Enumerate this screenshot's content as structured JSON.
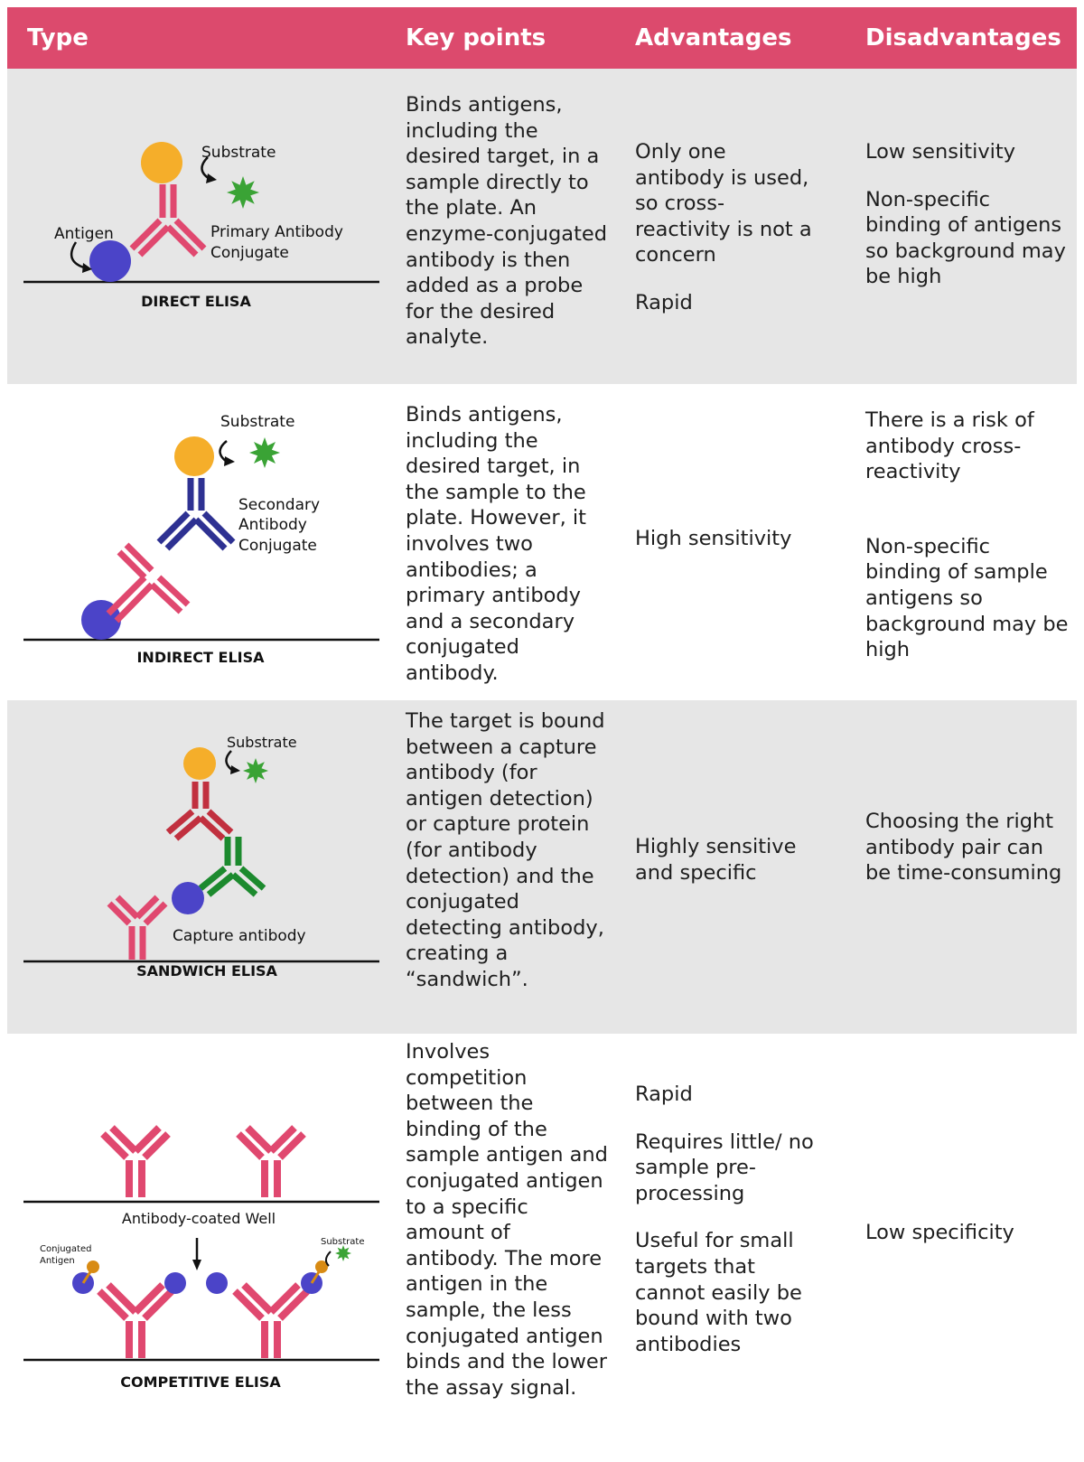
{
  "header": {
    "type": "Type",
    "key_points": "Key points",
    "advantages": "Advantages",
    "disadvantages": "Disadvantages"
  },
  "colors": {
    "header_bg": "#dc4a6d",
    "row_shade": "#e6e6e6",
    "antibody_pink": "#e0486f",
    "antibody_navy": "#2e3192",
    "antibody_red": "#c1303f",
    "antibody_green": "#1c8a2e",
    "antigen_blue": "#4b44c8",
    "enzyme_orange": "#f5ae2a",
    "substrate_green": "#3aa335",
    "small_antigen_orange": "#d88b14"
  },
  "rows": [
    {
      "title": "DIRECT ELISA",
      "labels": {
        "substrate": "Substrate",
        "antigen": "Antigen",
        "primary_1": "Primary Antibody",
        "primary_2": "Conjugate"
      },
      "key_points": "Binds antigens, including the desired target, in a sample directly to the plate. An enzyme-conjugated antibody is then added as a probe for the desired analyte.",
      "advantages": [
        "Only one antibody is used, so cross-reactivity is not a concern",
        "Rapid"
      ],
      "disadvantages": [
        "Low sensitivity",
        "Non-specific binding of antigens so background may be high"
      ]
    },
    {
      "title": "INDIRECT ELISA",
      "labels": {
        "substrate": "Substrate",
        "secondary_1": "Secondary",
        "secondary_2": "Antibody",
        "secondary_3": "Conjugate"
      },
      "key_points": "Binds antigens, including the desired target, in the sample to the plate. However, it involves two antibodies; a primary antibody and a secondary conjugated antibody.",
      "advantages": [
        "High sensitivity"
      ],
      "disadvantages": [
        "There is a risk of antibody cross-reactivity",
        "Non-specific binding of sample antigens so background may be high"
      ]
    },
    {
      "title": "SANDWICH ELISA",
      "labels": {
        "substrate": "Substrate",
        "capture": "Capture antibody"
      },
      "key_points": "The target is bound between a capture antibody (for antigen detection) or capture protein (for antibody detection) and the conjugated detecting antibody, creating a “sandwich”.",
      "advantages": [
        "Highly sensitive and specific"
      ],
      "disadvantages": [
        "Choosing the right antibody pair can be time-consuming"
      ]
    },
    {
      "title": "COMPETITIVE ELISA",
      "labels": {
        "well": "Antibody-coated Well",
        "conjugated_1": "Conjugated",
        "conjugated_2": "Antigen",
        "substrate": "Substrate"
      },
      "key_points": "Involves competition between the binding of the sample antigen and conjugated antigen to a specific amount of antibody. The more antigen in the sample, the less conjugated antigen binds and the lower the assay signal.",
      "advantages": [
        "Rapid",
        "Requires little/ no sample pre-processing",
        "Useful for small targets that cannot easily be bound with two antibodies"
      ],
      "disadvantages": [
        "Low specificity"
      ]
    }
  ]
}
